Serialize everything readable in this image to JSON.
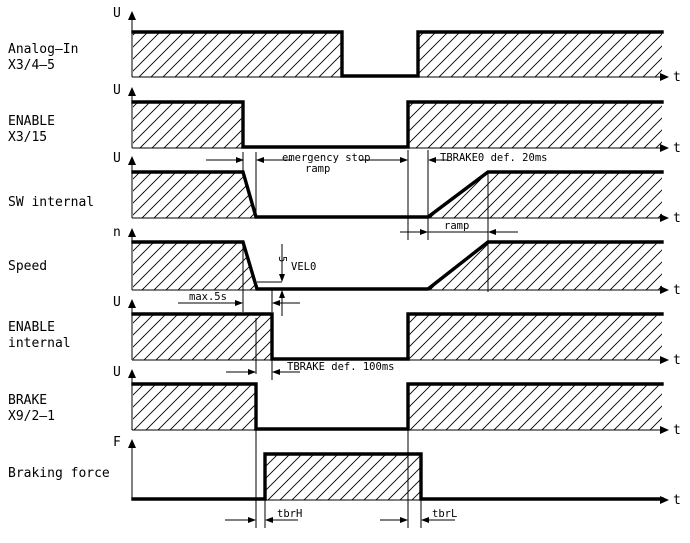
{
  "rows": [
    {
      "id": "analog-in",
      "label_lines": [
        "Analog—In",
        "X3/4—5"
      ],
      "axis": "U",
      "t": "t"
    },
    {
      "id": "enable-x3",
      "label_lines": [
        "ENABLE",
        "X3/15"
      ],
      "axis": "U",
      "t": "t"
    },
    {
      "id": "sw-internal",
      "label_lines": [
        "SW internal"
      ],
      "axis": "U",
      "t": "t"
    },
    {
      "id": "speed",
      "label_lines": [
        "Speed"
      ],
      "axis": "n",
      "t": "t"
    },
    {
      "id": "enable-internal",
      "label_lines": [
        "ENABLE",
        "internal"
      ],
      "axis": "U",
      "t": "t"
    },
    {
      "id": "brake",
      "label_lines": [
        "BRAKE",
        "X9/2—1"
      ],
      "axis": "U",
      "t": "t"
    },
    {
      "id": "braking-force",
      "label_lines": [
        "Braking force"
      ],
      "axis": "F",
      "t": "t"
    }
  ],
  "annotations": {
    "emergency_stop": [
      "emergency stop",
      "ramp"
    ],
    "tbrake0": "TBRAKE0 def. 20ms",
    "ramp": "ramp",
    "five": "5",
    "velo": "VEL0",
    "max5s": "max.5s",
    "tbrake": "TBRAKE def. 100ms",
    "tbrh": "tbrH",
    "tbrl": "tbrL"
  }
}
